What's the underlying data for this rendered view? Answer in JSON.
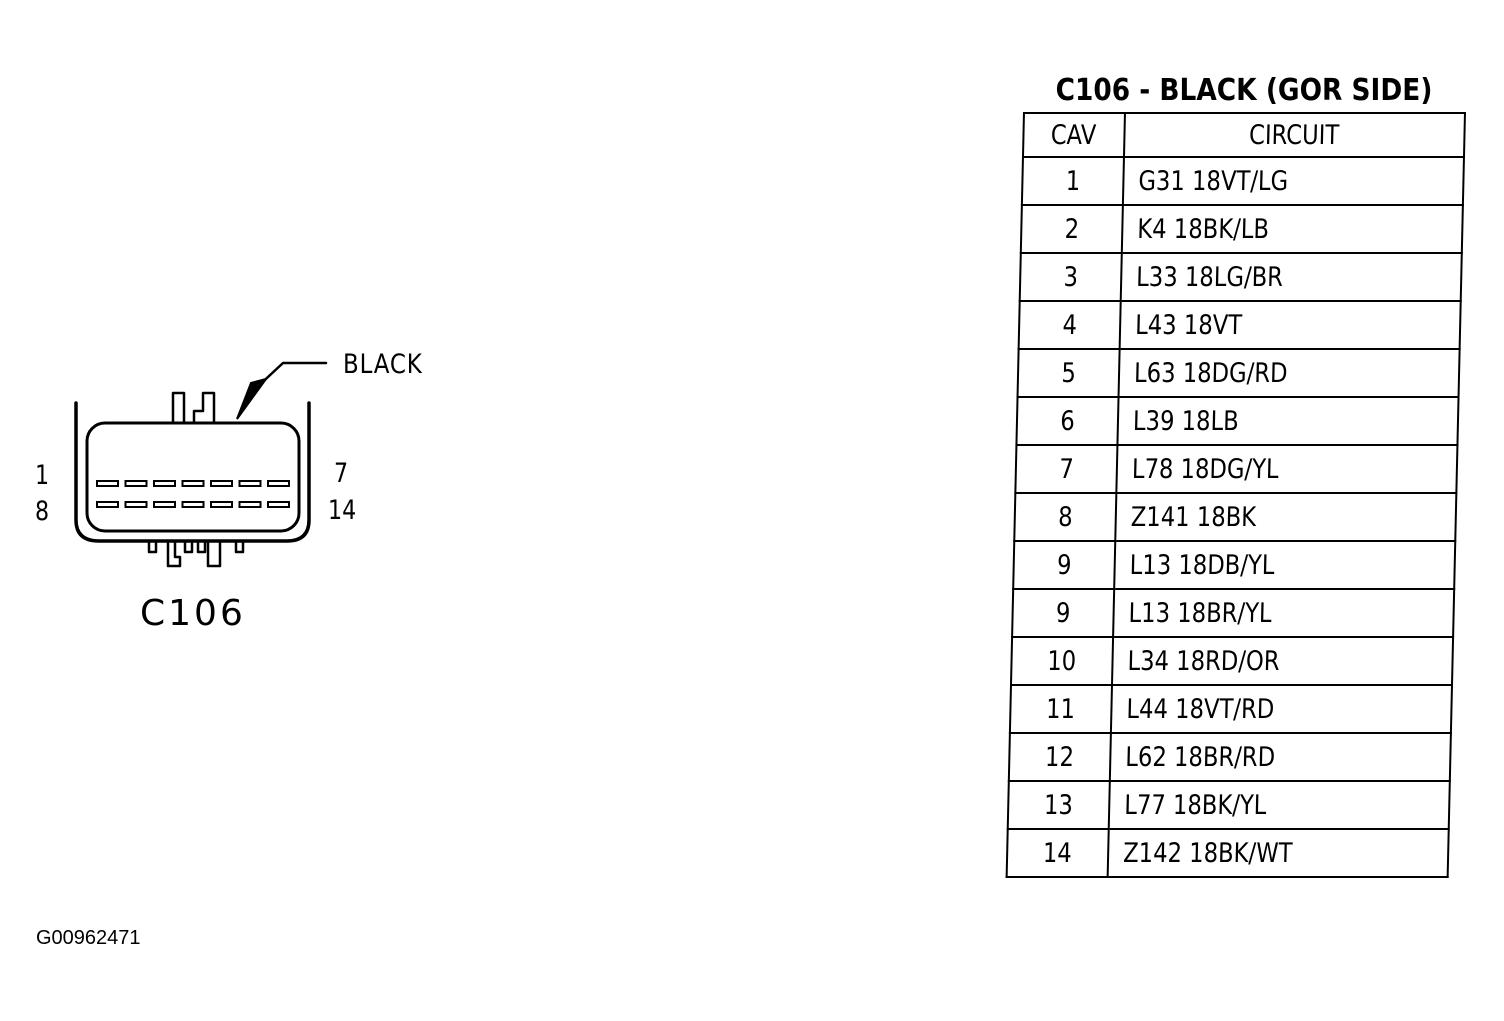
{
  "connector": {
    "id": "C106",
    "color_callout": "BLACK",
    "pin_labels": {
      "top_left": "1",
      "bottom_left": "8",
      "top_right": "7",
      "bottom_right": "14"
    },
    "cavities_per_row": 7,
    "rows": 2
  },
  "pinout_table": {
    "title": "C106 - BLACK (GOR SIDE)",
    "headers": {
      "cav": "CAV",
      "circuit": "CIRCUIT"
    },
    "rows": [
      {
        "cav": "1",
        "circuit": "G31 18VT/LG"
      },
      {
        "cav": "2",
        "circuit": "K4 18BK/LB"
      },
      {
        "cav": "3",
        "circuit": "L33 18LG/BR"
      },
      {
        "cav": "4",
        "circuit": "L43 18VT"
      },
      {
        "cav": "5",
        "circuit": "L63 18DG/RD"
      },
      {
        "cav": "6",
        "circuit": "L39 18LB"
      },
      {
        "cav": "7",
        "circuit": "L78 18DG/YL"
      },
      {
        "cav": "8",
        "circuit": "Z141 18BK"
      },
      {
        "cav": "9",
        "circuit": "L13 18DB/YL"
      },
      {
        "cav": "9",
        "circuit": "L13 18BR/YL"
      },
      {
        "cav": "10",
        "circuit": "L34 18RD/OR"
      },
      {
        "cav": "11",
        "circuit": "L44 18VT/RD"
      },
      {
        "cav": "12",
        "circuit": "L62 18BR/RD"
      },
      {
        "cav": "13",
        "circuit": "L77 18BK/YL"
      },
      {
        "cav": "14",
        "circuit": "Z142 18BK/WT"
      }
    ]
  },
  "figure_id": "G00962471",
  "colors": {
    "ink": "#000000",
    "paper": "#ffffff"
  }
}
